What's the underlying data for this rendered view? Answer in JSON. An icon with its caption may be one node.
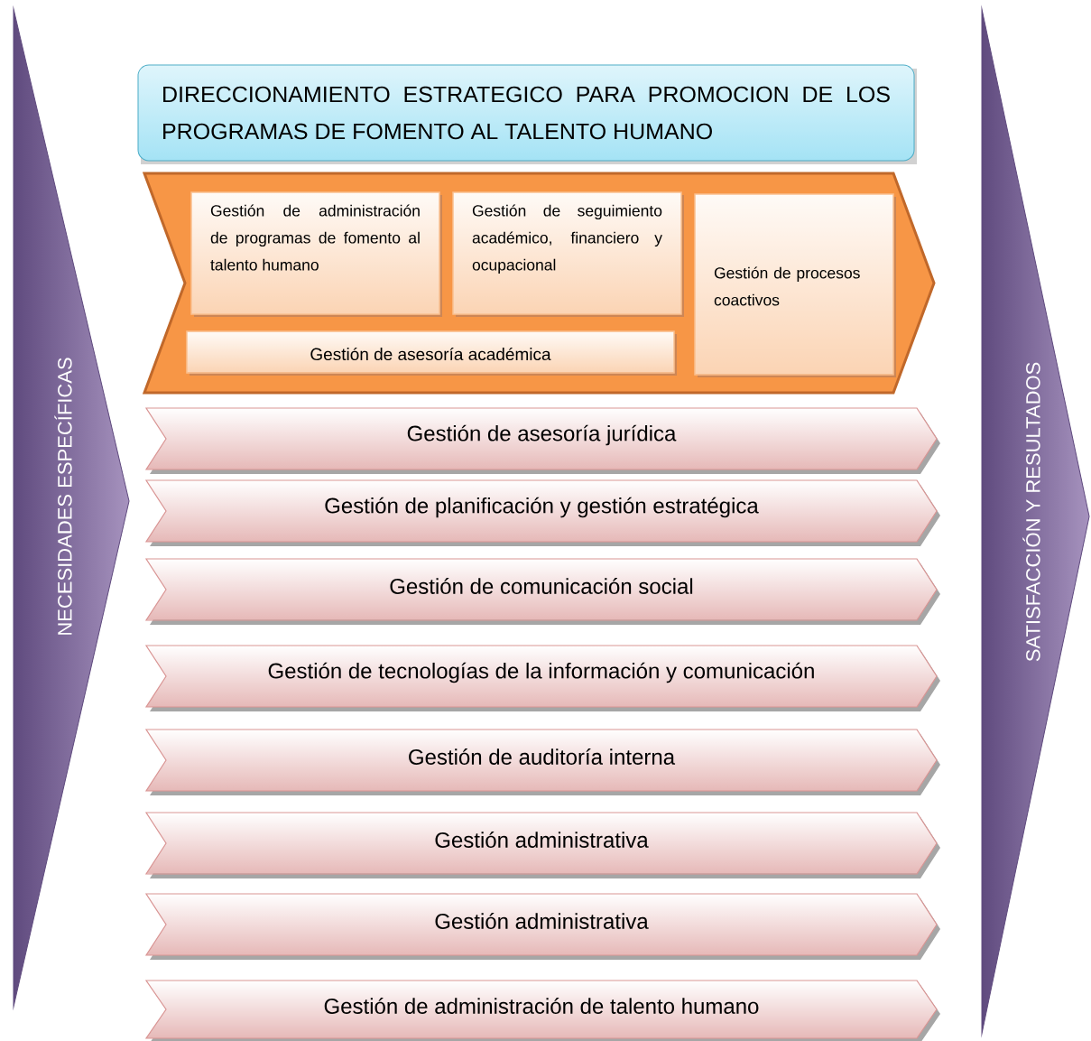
{
  "diagram": {
    "nodes": [
      {
        "text": [
          "NECESIDADES  ESPECÍFICAS"
        ]
      },
      {
        "text": [
          "SATISFACCIÓN Y RESULTADOS"
        ]
      },
      {
        "text": [
          "DIRECCIONAMIENTO ESTRATEGICO PARA PROMOCION DE LOS PROGRAMAS DE FOMENTO AL TALENTO HUMANO"
        ]
      },
      {
        "text": [],
        "shape": "chevron"
      },
      {
        "text": [
          "Gestión de administración de programas de fomento al talento humano"
        ],
        "in": 3
      },
      {
        "text": [
          "Gestión de seguimiento académico, financiero y ocupacional"
        ],
        "in": 3
      },
      {
        "text": [
          "Gestión de procesos coactivos"
        ],
        "in": 3
      },
      {
        "text": [
          "Gestión de asesoría académica"
        ],
        "in": 3
      },
      {
        "text": [
          "Gestión de asesoría jurídica"
        ]
      },
      {
        "text": [
          "Gestión de planificación y gestión estratégica"
        ]
      },
      {
        "text": [
          "Gestión de comunicación social"
        ]
      },
      {
        "text": [
          "Gestión de tecnologías de la información y comunicación"
        ]
      },
      {
        "text": [
          "Gestión de auditoría interna"
        ]
      },
      {
        "text": [
          "Gestión administrativa"
        ]
      },
      {
        "text": [
          "Gestión administrativa"
        ]
      },
      {
        "text": [
          "Gestión de administración de talento humano"
        ]
      }
    ],
    "edges": []
  }
}
